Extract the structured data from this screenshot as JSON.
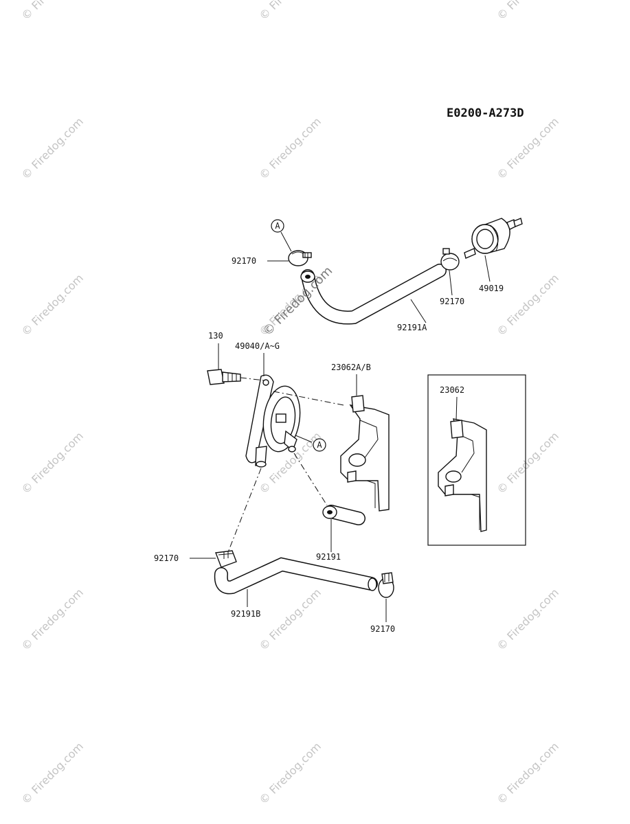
{
  "diagram_code": "E0200-A273D",
  "watermark": "© Firedog.com",
  "ref_marker": "A",
  "parts": {
    "clamp_top": "92170",
    "hose_top": "92191A",
    "clamp_filter": "92170",
    "fuel_filter": "49019",
    "bolt": "130",
    "fuel_pump": "49040/A~G",
    "bracket": "23062A/B",
    "bracket_inset": "23062",
    "hose_short": "92191",
    "clamp_lower_left": "92170",
    "hose_lower": "92191B",
    "clamp_lower_right": "92170"
  }
}
